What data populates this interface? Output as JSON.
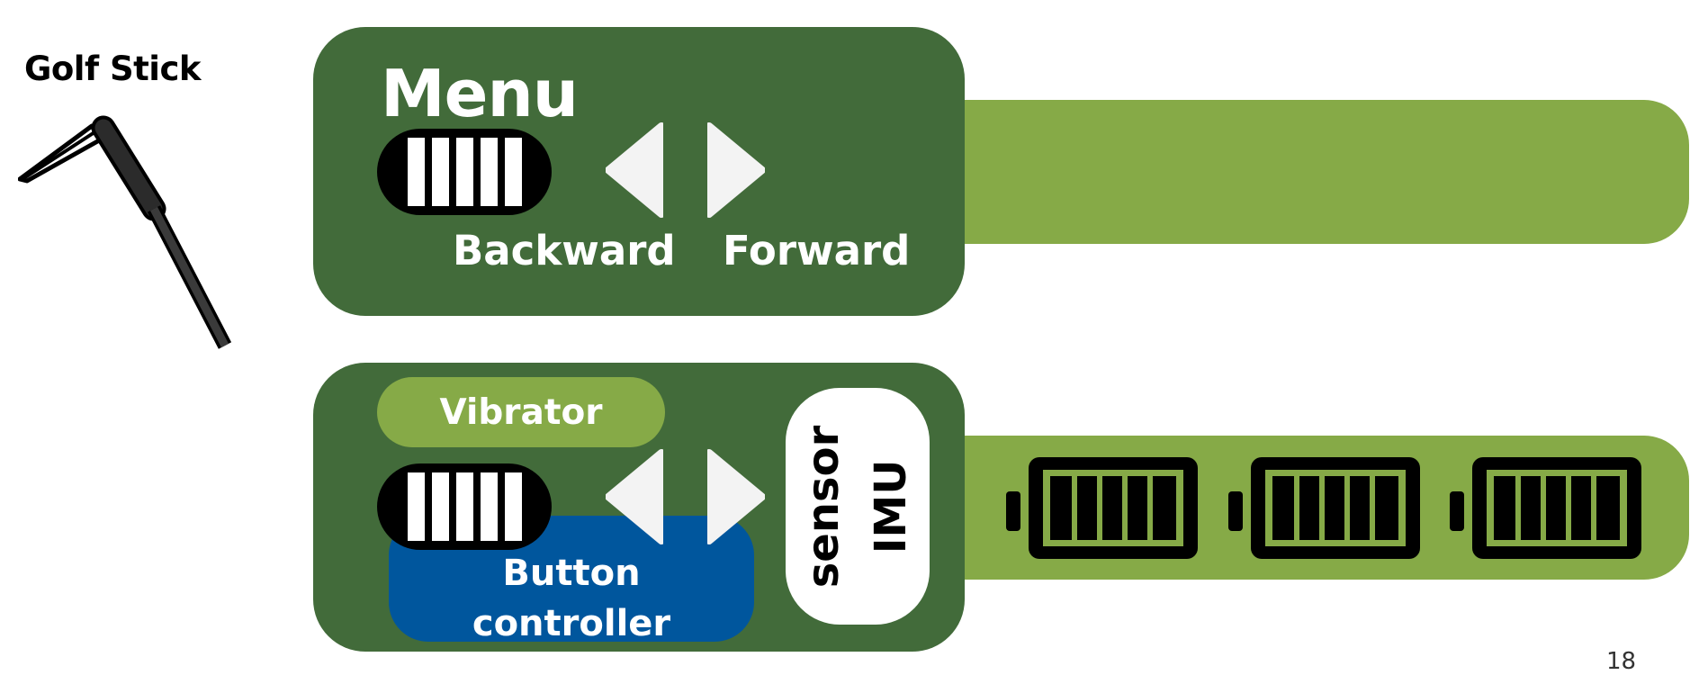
{
  "labels": {
    "golf_stick": "Golf Stick",
    "menu": "Menu",
    "backward": "Backward",
    "forward": "Forward",
    "vibrator": "Vibrator",
    "button_controller_line1": "Button",
    "button_controller_line2": "controller",
    "imu_line1": "IMU",
    "imu_line2": "sensor",
    "page_number": "18"
  },
  "colors": {
    "panel": "#426b3a",
    "strap": "#86aa47",
    "button_controller": "#00569d",
    "arrow": "#f3f3f3"
  },
  "icons": [
    "golf-club-icon",
    "button-bars-icon",
    "left-arrow-icon",
    "right-arrow-icon",
    "battery-icon"
  ],
  "battery_count": 3
}
